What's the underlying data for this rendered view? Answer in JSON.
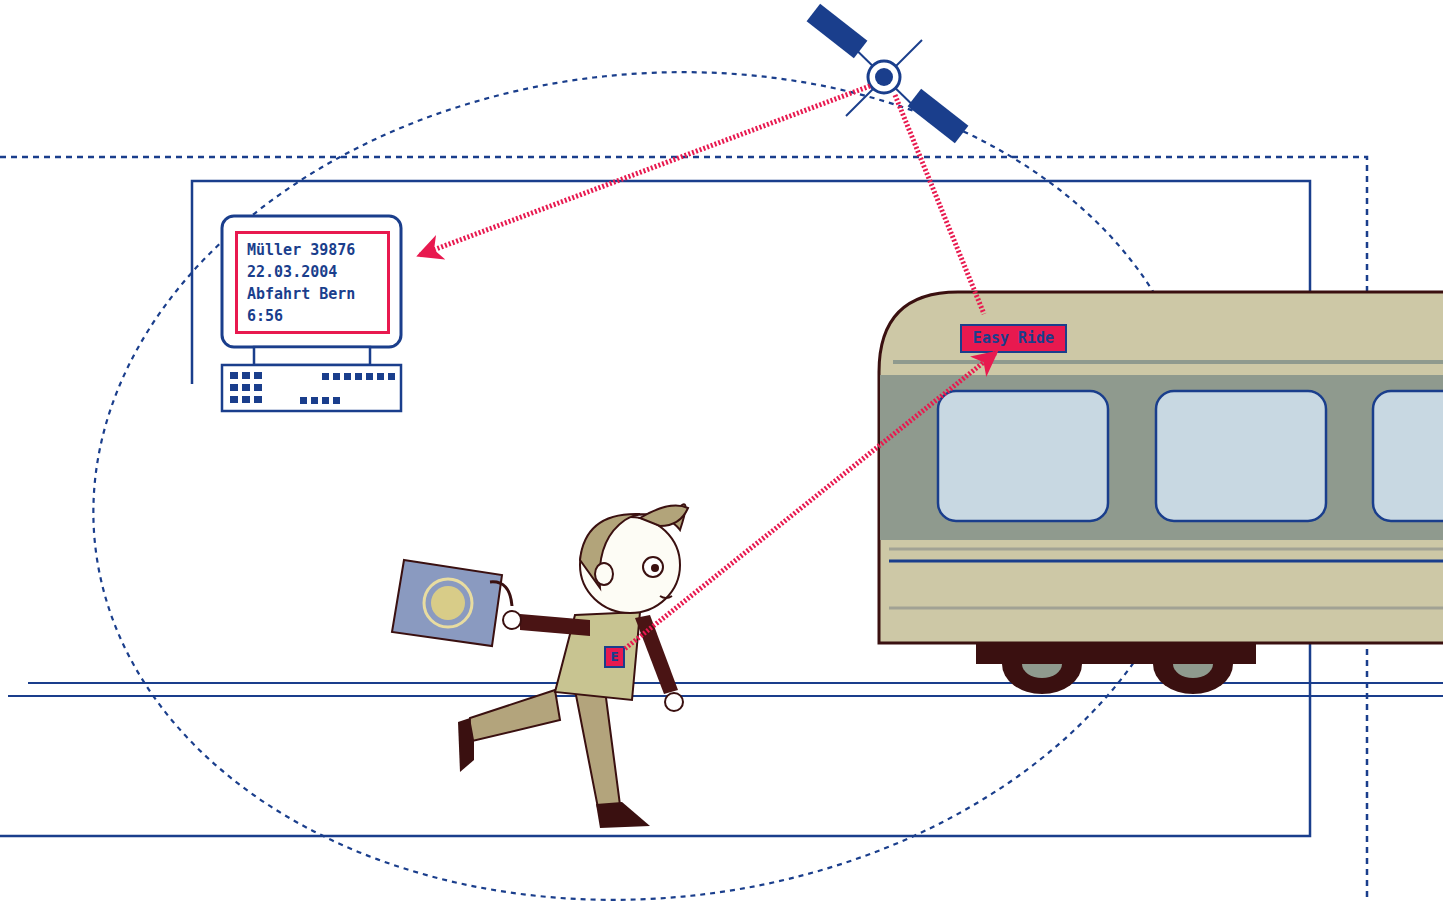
{
  "diagram": {
    "nodes": [
      {
        "text": [
          "Müller 39876",
          "22.03.2004",
          "Abfahrt Bern",
          "6:56"
        ]
      },
      {
        "text": [
          "Easy Ride"
        ]
      },
      {
        "text": [
          "E"
        ]
      }
    ],
    "edges": [
      {
        "from": 2,
        "to": 1,
        "arrow": "to"
      }
    ]
  }
}
